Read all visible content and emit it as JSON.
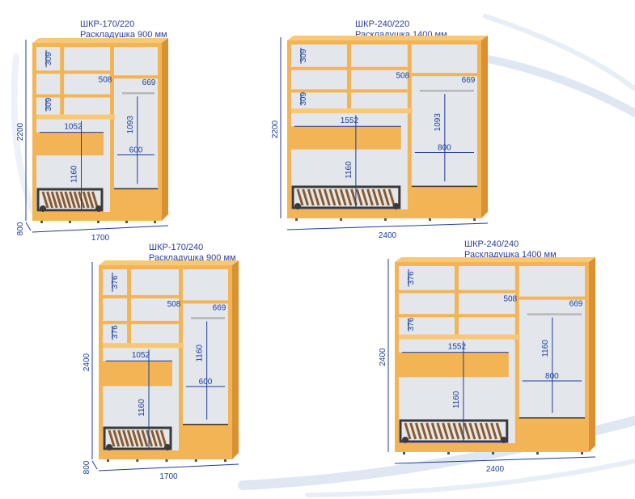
{
  "panels": [
    {
      "model": "ШКР-170/220",
      "subtitle": "Раскладушка 900 мм",
      "height": "2200",
      "width": "1700",
      "depth": "800",
      "shelf_height": "309",
      "shelf_depth_left": "508",
      "shelf_depth_right": "669",
      "bed_opening_width": "1052",
      "bed_opening_height": "1160",
      "rail_height": "1093",
      "right_width": "600"
    },
    {
      "model": "ШКР-240/220",
      "subtitle": "Раскладушка 1400 мм",
      "height": "2200",
      "width": "2400",
      "shelf_height": "309",
      "shelf_depth_left": "508",
      "shelf_depth_right": "669",
      "bed_opening_width": "1552",
      "bed_opening_height": "1160",
      "rail_height": "1093",
      "right_width": "800"
    },
    {
      "model": "ШКР-170/240",
      "subtitle": "Раскладушка 900 мм",
      "height": "2400",
      "width": "1700",
      "depth": "800",
      "shelf_height": "376",
      "shelf_depth_left": "508",
      "shelf_depth_right": "669",
      "bed_opening_width": "1052",
      "bed_opening_height": "1160",
      "rail_height": "1160",
      "right_width": "600"
    },
    {
      "model": "ШКР-240/240",
      "subtitle": "Раскладушка 1400 мм",
      "height": "2400",
      "width": "2400",
      "shelf_height": "376",
      "shelf_depth_left": "508",
      "shelf_depth_right": "669",
      "bed_opening_width": "1552",
      "bed_opening_height": "1160",
      "rail_height": "1160",
      "right_width": "800"
    }
  ],
  "colors": {
    "wood": "#f3b455",
    "wood_dark": "#d9922f",
    "wood_light": "#f8c877",
    "back_panel": "#e3e7ec",
    "dimension": "#1d3d99",
    "bed_frame": "#3a3a3a",
    "bed_slat": "#8a5a2b"
  }
}
